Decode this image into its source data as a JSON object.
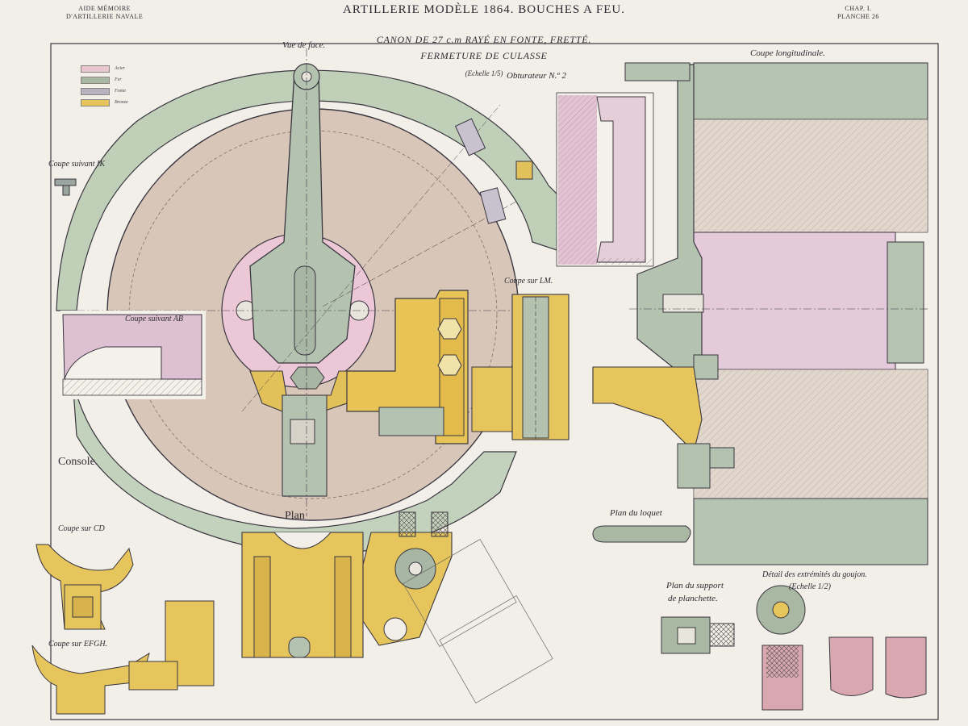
{
  "header": {
    "left_line1": "AIDE MÉMOIRE",
    "left_line2": "D'ARTILLERIE NAVALE",
    "title": "ARTILLERIE MODÈLE 1864. BOUCHES A FEU.",
    "right_line1": "CHAP. I.",
    "right_line2": "PLANCHE 26"
  },
  "subtitle": {
    "line1": "CANON DE 27 c.m RAYÉ EN FONTE, FRETTÉ.",
    "line2": "FERMETURE DE CULASSE",
    "scale": "(Echelle 1/5)"
  },
  "legend": [
    {
      "name": "Acier",
      "color": "#e9c6cf"
    },
    {
      "name": "Fer",
      "color": "#a9b8a2"
    },
    {
      "name": "Fonte",
      "color": "#b7b2bf"
    },
    {
      "name": "Bronze",
      "color": "#e6c55c"
    }
  ],
  "labels": {
    "vue_de_face": "Vue de face.",
    "obturateur": "Obturateur N.º 2",
    "coupe_longitudinale": "Coupe longitudinale.",
    "coupe_ik": "Coupe suivant IK",
    "coupe_ab": "Coupe suivant AB",
    "coupe_lm": "Coupe sur LM.",
    "console": "Console.",
    "coupe_cd": "Coupe sur CD",
    "coupe_efgh": "Coupe sur EFGH.",
    "plan": "Plan",
    "plan_loquet": "Plan du loquet",
    "plan_support_1": "Plan du support",
    "plan_support_2": "de planchette.",
    "detail_1": "Détail des extrémités du goujon.",
    "detail_2": "(Echelle 1/2)"
  },
  "colors": {
    "paper": "#f2efe8",
    "acier": "#e9c6cf",
    "fer": "#a9b8a2",
    "fonte": "#c9b6a6",
    "bronze": "#e6c55c",
    "ink": "#2c2a33"
  }
}
